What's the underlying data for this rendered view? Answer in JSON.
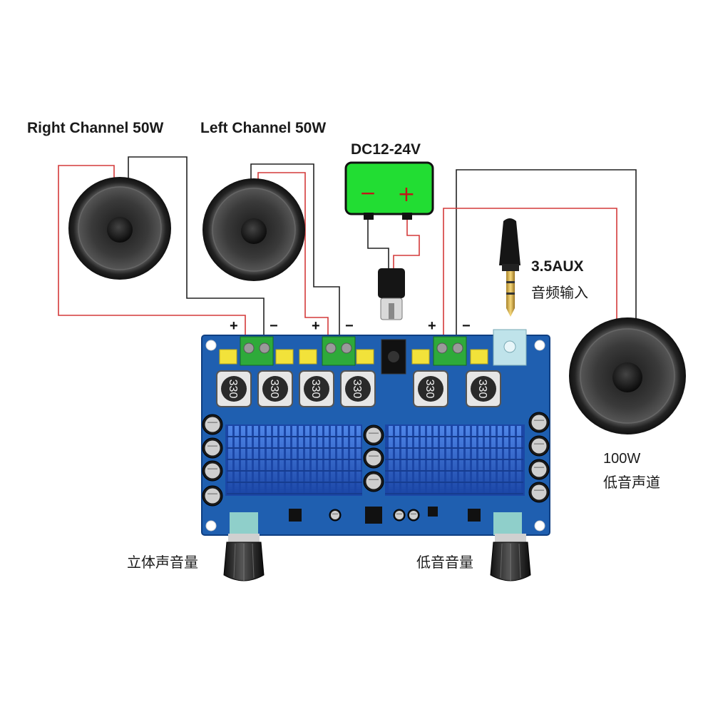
{
  "labels": {
    "right_channel": "Right Channel 50W",
    "left_channel": "Left Channel 50W",
    "power": "DC12-24V",
    "aux_line1": "3.5AUX",
    "aux_line2": "音频输入",
    "sub_line1": "100W",
    "sub_line2": "低音声道",
    "stereo_volume": "立体声音量",
    "bass_volume": "低音音量"
  },
  "terminals": {
    "plus": "+",
    "minus": "−"
  },
  "battery": {
    "minus": "−",
    "plus": "+"
  },
  "inductors": {
    "marking": "330",
    "count": 6
  },
  "colors": {
    "board": "#1f5fb0",
    "heatsink": "#2b5fc4",
    "wire_red": "#d43a3a",
    "wire_black": "#222222",
    "battery_green": "#22dd33",
    "terminal_green": "#2eaa3a",
    "capacitor_yellow": "#f2e23a"
  }
}
